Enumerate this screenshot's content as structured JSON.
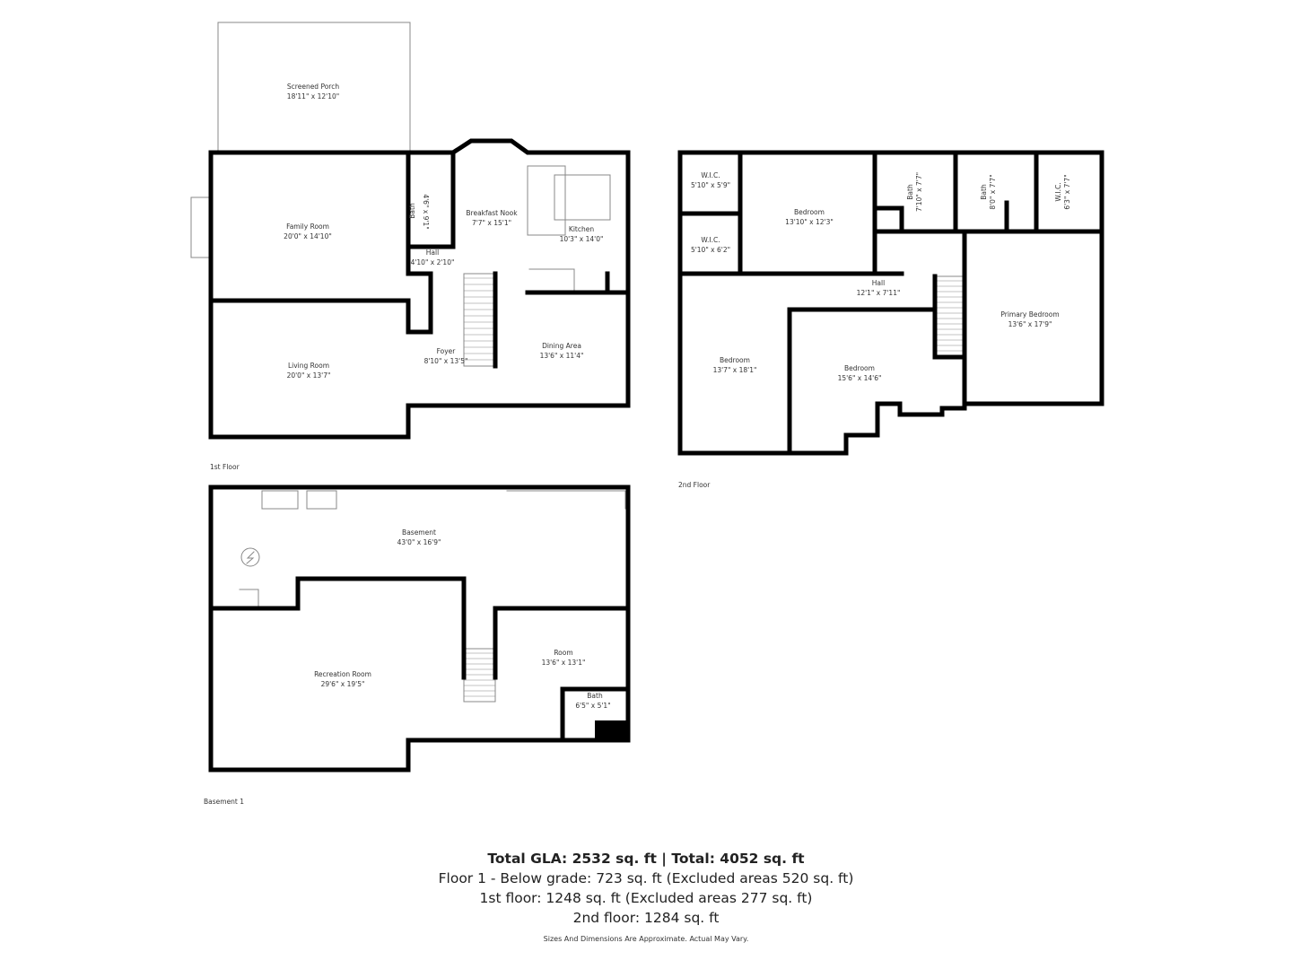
{
  "floors": {
    "first": {
      "label": "1st Floor",
      "rooms": [
        {
          "name": "Screened Porch",
          "dims": "18'11\" x 12'10\""
        },
        {
          "name": "Family Room",
          "dims": "20'0\" x 14'10\""
        },
        {
          "name": "Living Room",
          "dims": "20'0\" x 13'7\""
        },
        {
          "name": "Bath",
          "dims": "4'6\" x 9'1\""
        },
        {
          "name": "Hall",
          "dims": "4'10\" x 2'10\""
        },
        {
          "name": "Breakfast Nook",
          "dims": "7'7\" x 15'1\""
        },
        {
          "name": "Kitchen",
          "dims": "10'3\" x 14'0\""
        },
        {
          "name": "Foyer",
          "dims": "8'10\" x 13'5\""
        },
        {
          "name": "Dining Area",
          "dims": "13'6\" x 11'4\""
        }
      ]
    },
    "second": {
      "label": "2nd Floor",
      "rooms": [
        {
          "name": "W.I.C.",
          "dims": "5'10\" x 5'9\""
        },
        {
          "name": "W.I.C.",
          "dims": "5'10\" x 6'2\""
        },
        {
          "name": "Bedroom",
          "dims": "13'10\" x 12'3\""
        },
        {
          "name": "Bath",
          "dims": "7'10\" x 7'7\""
        },
        {
          "name": "Bath",
          "dims": "8'0\" x 7'7\""
        },
        {
          "name": "W.I.C.",
          "dims": "6'3\" x 7'7\""
        },
        {
          "name": "Hall",
          "dims": "12'1\" x 7'11\""
        },
        {
          "name": "Primary Bedroom",
          "dims": "13'6\" x 17'9\""
        },
        {
          "name": "Bedroom",
          "dims": "13'7\" x 18'1\""
        },
        {
          "name": "Bedroom",
          "dims": "15'6\" x 14'6\""
        }
      ]
    },
    "basement": {
      "label": "Basement 1",
      "rooms": [
        {
          "name": "Basement",
          "dims": "43'0\" x 16'9\""
        },
        {
          "name": "Recreation Room",
          "dims": "29'6\" x 19'5\""
        },
        {
          "name": "Room",
          "dims": "13'6\" x 13'1\""
        },
        {
          "name": "Bath",
          "dims": "6'5\" x 5'1\""
        }
      ]
    }
  },
  "summary": {
    "total": "Total GLA: 2532 sq. ft | Total: 4052 sq. ft",
    "lines": [
      "Floor 1 - Below grade: 723 sq. ft (Excluded areas 520 sq. ft)",
      "1st floor: 1248 sq. ft (Excluded areas 277 sq. ft)",
      "2nd floor: 1284 sq. ft"
    ],
    "disclaimer": "Sizes And Dimensions Are Approximate. Actual May Vary."
  },
  "colors": {
    "wall": "#000000",
    "fixture": "#888888",
    "text": "#333333"
  }
}
